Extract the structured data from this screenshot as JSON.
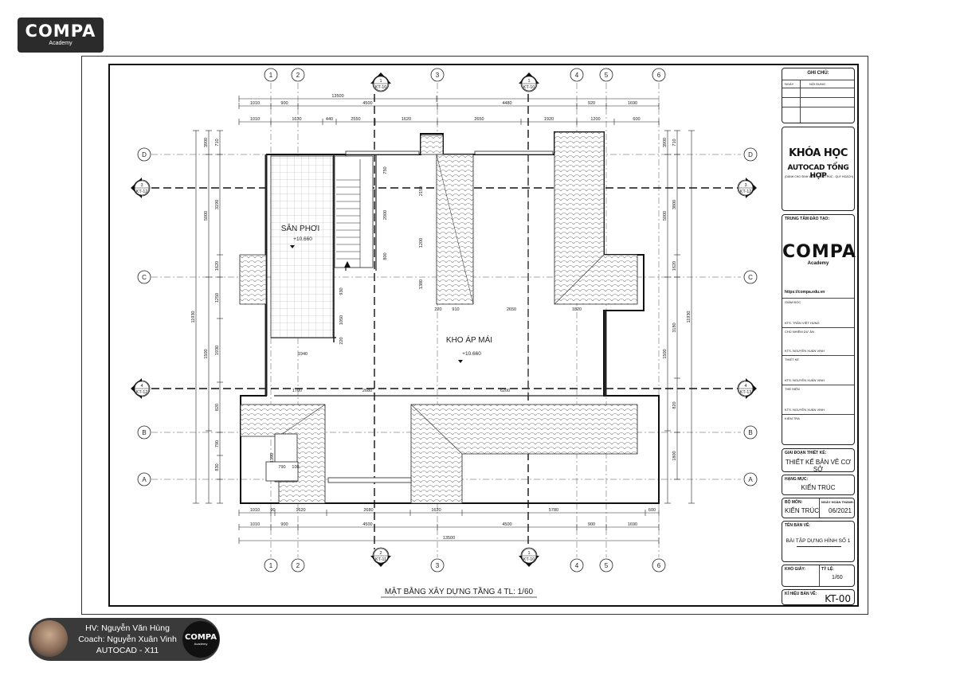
{
  "logo": {
    "brand": "COMPA",
    "sub": "Academy"
  },
  "plan": {
    "title": "MẶT BẰNG XÂY DỰNG TẦNG 4 TL: 1/60",
    "rooms": [
      {
        "name": "SÂN PHƠI",
        "level": "+10.660"
      },
      {
        "name": "KHO ÁP MÁI",
        "level": "+10.660"
      }
    ],
    "grid_top": [
      "1",
      "2",
      "3",
      "4",
      "5",
      "6"
    ],
    "grid_side": [
      "D",
      "C",
      "B",
      "A"
    ],
    "section_tags": [
      {
        "num": "1",
        "sheet": "KT-10"
      },
      {
        "num": "1",
        "sheet": "KT-10"
      },
      {
        "num": "2",
        "sheet": "KT-11"
      },
      {
        "num": "1",
        "sheet": "KT-10"
      },
      {
        "num": "3",
        "sheet": "KT-12"
      },
      {
        "num": "3",
        "sheet": "KT-12"
      },
      {
        "num": "4",
        "sheet": "KT-12"
      },
      {
        "num": "4",
        "sheet": "KT-13"
      }
    ],
    "dims_top1": [
      "1010",
      "900",
      "4500",
      "4480",
      "920",
      "1690"
    ],
    "dims_top2": [
      "1010",
      "1630",
      "440",
      "2550",
      "1620",
      "2650",
      "1920",
      "1200",
      "600"
    ],
    "dim_top_total": "13500",
    "dims_bottom1": [
      "1010",
      "90",
      "1620",
      "2680",
      "1620",
      "5780",
      "600"
    ],
    "dims_bottom2": [
      "1010",
      "900",
      "4500",
      "4500",
      "900",
      "1690"
    ],
    "dim_bottom_total": "13500",
    "dims_left1": [
      "710",
      "3190",
      "1620",
      "1250",
      "1930",
      "820",
      "790",
      "830"
    ],
    "dims_left2": [
      "3900",
      "5000",
      "1500"
    ],
    "dim_left_total": "11930",
    "dims_right1": [
      "710",
      "3800",
      "1620",
      "3180",
      "820",
      "1800"
    ],
    "dims_right2": [
      "3900",
      "5000",
      "1500"
    ],
    "dim_right_total": "11930",
    "dims_inner": [
      "750",
      "2000",
      "800",
      "930",
      "1050",
      "220",
      "1940",
      "2150",
      "1200",
      "1380",
      "220",
      "910",
      "2650",
      "1820",
      "1700",
      "2680",
      "6200",
      "1390",
      "790",
      "100"
    ]
  },
  "titleblock": {
    "notes": {
      "title": "GHI CHÚ:",
      "col_date": "NGÀY",
      "col_content": "NỘI DUNG"
    },
    "course": {
      "line1": "KHÓA HỌC",
      "line2": "AUTOCAD TỔNG HỢP",
      "line3": "(DÀNH CHO SINH VIÊN - KIẾN TRÚC - QUY HOẠCH)"
    },
    "center_label": "TRUNG TÂM ĐÀO TẠO:",
    "center_brand": "COMPA",
    "center_sub": "Academy",
    "url": "https://compa.edu.vn",
    "signers": [
      {
        "role": "GIÁM ĐỐC",
        "name": "KTS. TRẦN VIỆT HÙNG"
      },
      {
        "role": "CHỦ NHIỆM DỰ ÁN",
        "name": "KTS. NGUYỄN XUÂN VINH"
      },
      {
        "role": "THIẾT KẾ",
        "name": "KTS. NGUYỄN XUÂN VINH"
      },
      {
        "role": "THỂ HIỆN",
        "name": "KTS. NGUYỄN XUÂN VINH"
      },
      {
        "role": "KIỂM TRA",
        "name": "KTS. NGUYỄN XUÂN VINH"
      }
    ],
    "phase_label": "GIAI ĐOẠN THIẾT KẾ:",
    "phase": "THIẾT KẾ BẢN VẼ CƠ SỞ",
    "category_label": "HẠNG MỤC:",
    "category": "KIẾN TRÚC",
    "dept_label": "BỘ MÔN:",
    "dept": "KIẾN TRÚC",
    "date_label": "NGÀY HOÀN THÀNH:",
    "date": "06/2021",
    "drawing_label": "TÊN BẢN VẼ:",
    "drawing": "BÀI TẬP DỰNG HÌNH SỐ 1",
    "size_label": "KHỔ GIẤY:",
    "scale_label": "TỶ LỆ:",
    "scale": "1/60",
    "number_label": "KÍ HIỆU BẢN VẼ:",
    "number": "KT-00"
  },
  "coach": {
    "student": "HV: Nguyễn Văn Hùng",
    "coach": "Coach: Nguyễn Xuân Vinh",
    "course": "AUTOCAD - X11",
    "badge": "COMPA",
    "badge_sub": "Academy"
  }
}
